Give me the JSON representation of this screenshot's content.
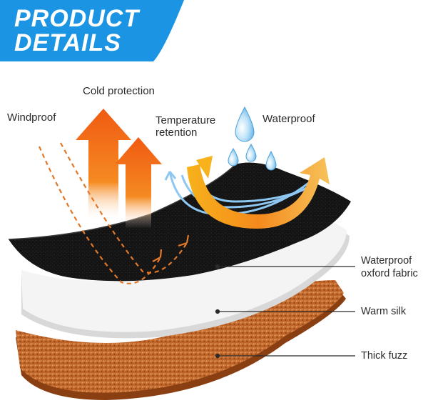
{
  "header": {
    "line1": "PRODUCT",
    "line2": "DETAILS",
    "banner_color": "#1a94e3"
  },
  "features": {
    "windproof": "Windproof",
    "cold_protection": "Cold protection",
    "temperature_line1": "Temperature",
    "temperature_line2": "retention",
    "waterproof": "Waterproof"
  },
  "layers": [
    {
      "line1": "Waterproof",
      "line2": "oxford fabric",
      "color": "#1a1a1a"
    },
    {
      "line1": "Warm silk",
      "line2": "",
      "color": "#f2f2f2"
    },
    {
      "line1": "Thick fuzz",
      "line2": "",
      "color": "#c46a2c"
    }
  ],
  "colors": {
    "arrow_orange": "#f37a1c",
    "arrow_blue": "#6fb7f0",
    "water_drop": "#7cc4ee"
  },
  "icons": [
    "wind-dashed-arrow-icon",
    "heat-up-arrow-icon",
    "water-drop-icon",
    "curved-deflect-arrow-icon"
  ]
}
